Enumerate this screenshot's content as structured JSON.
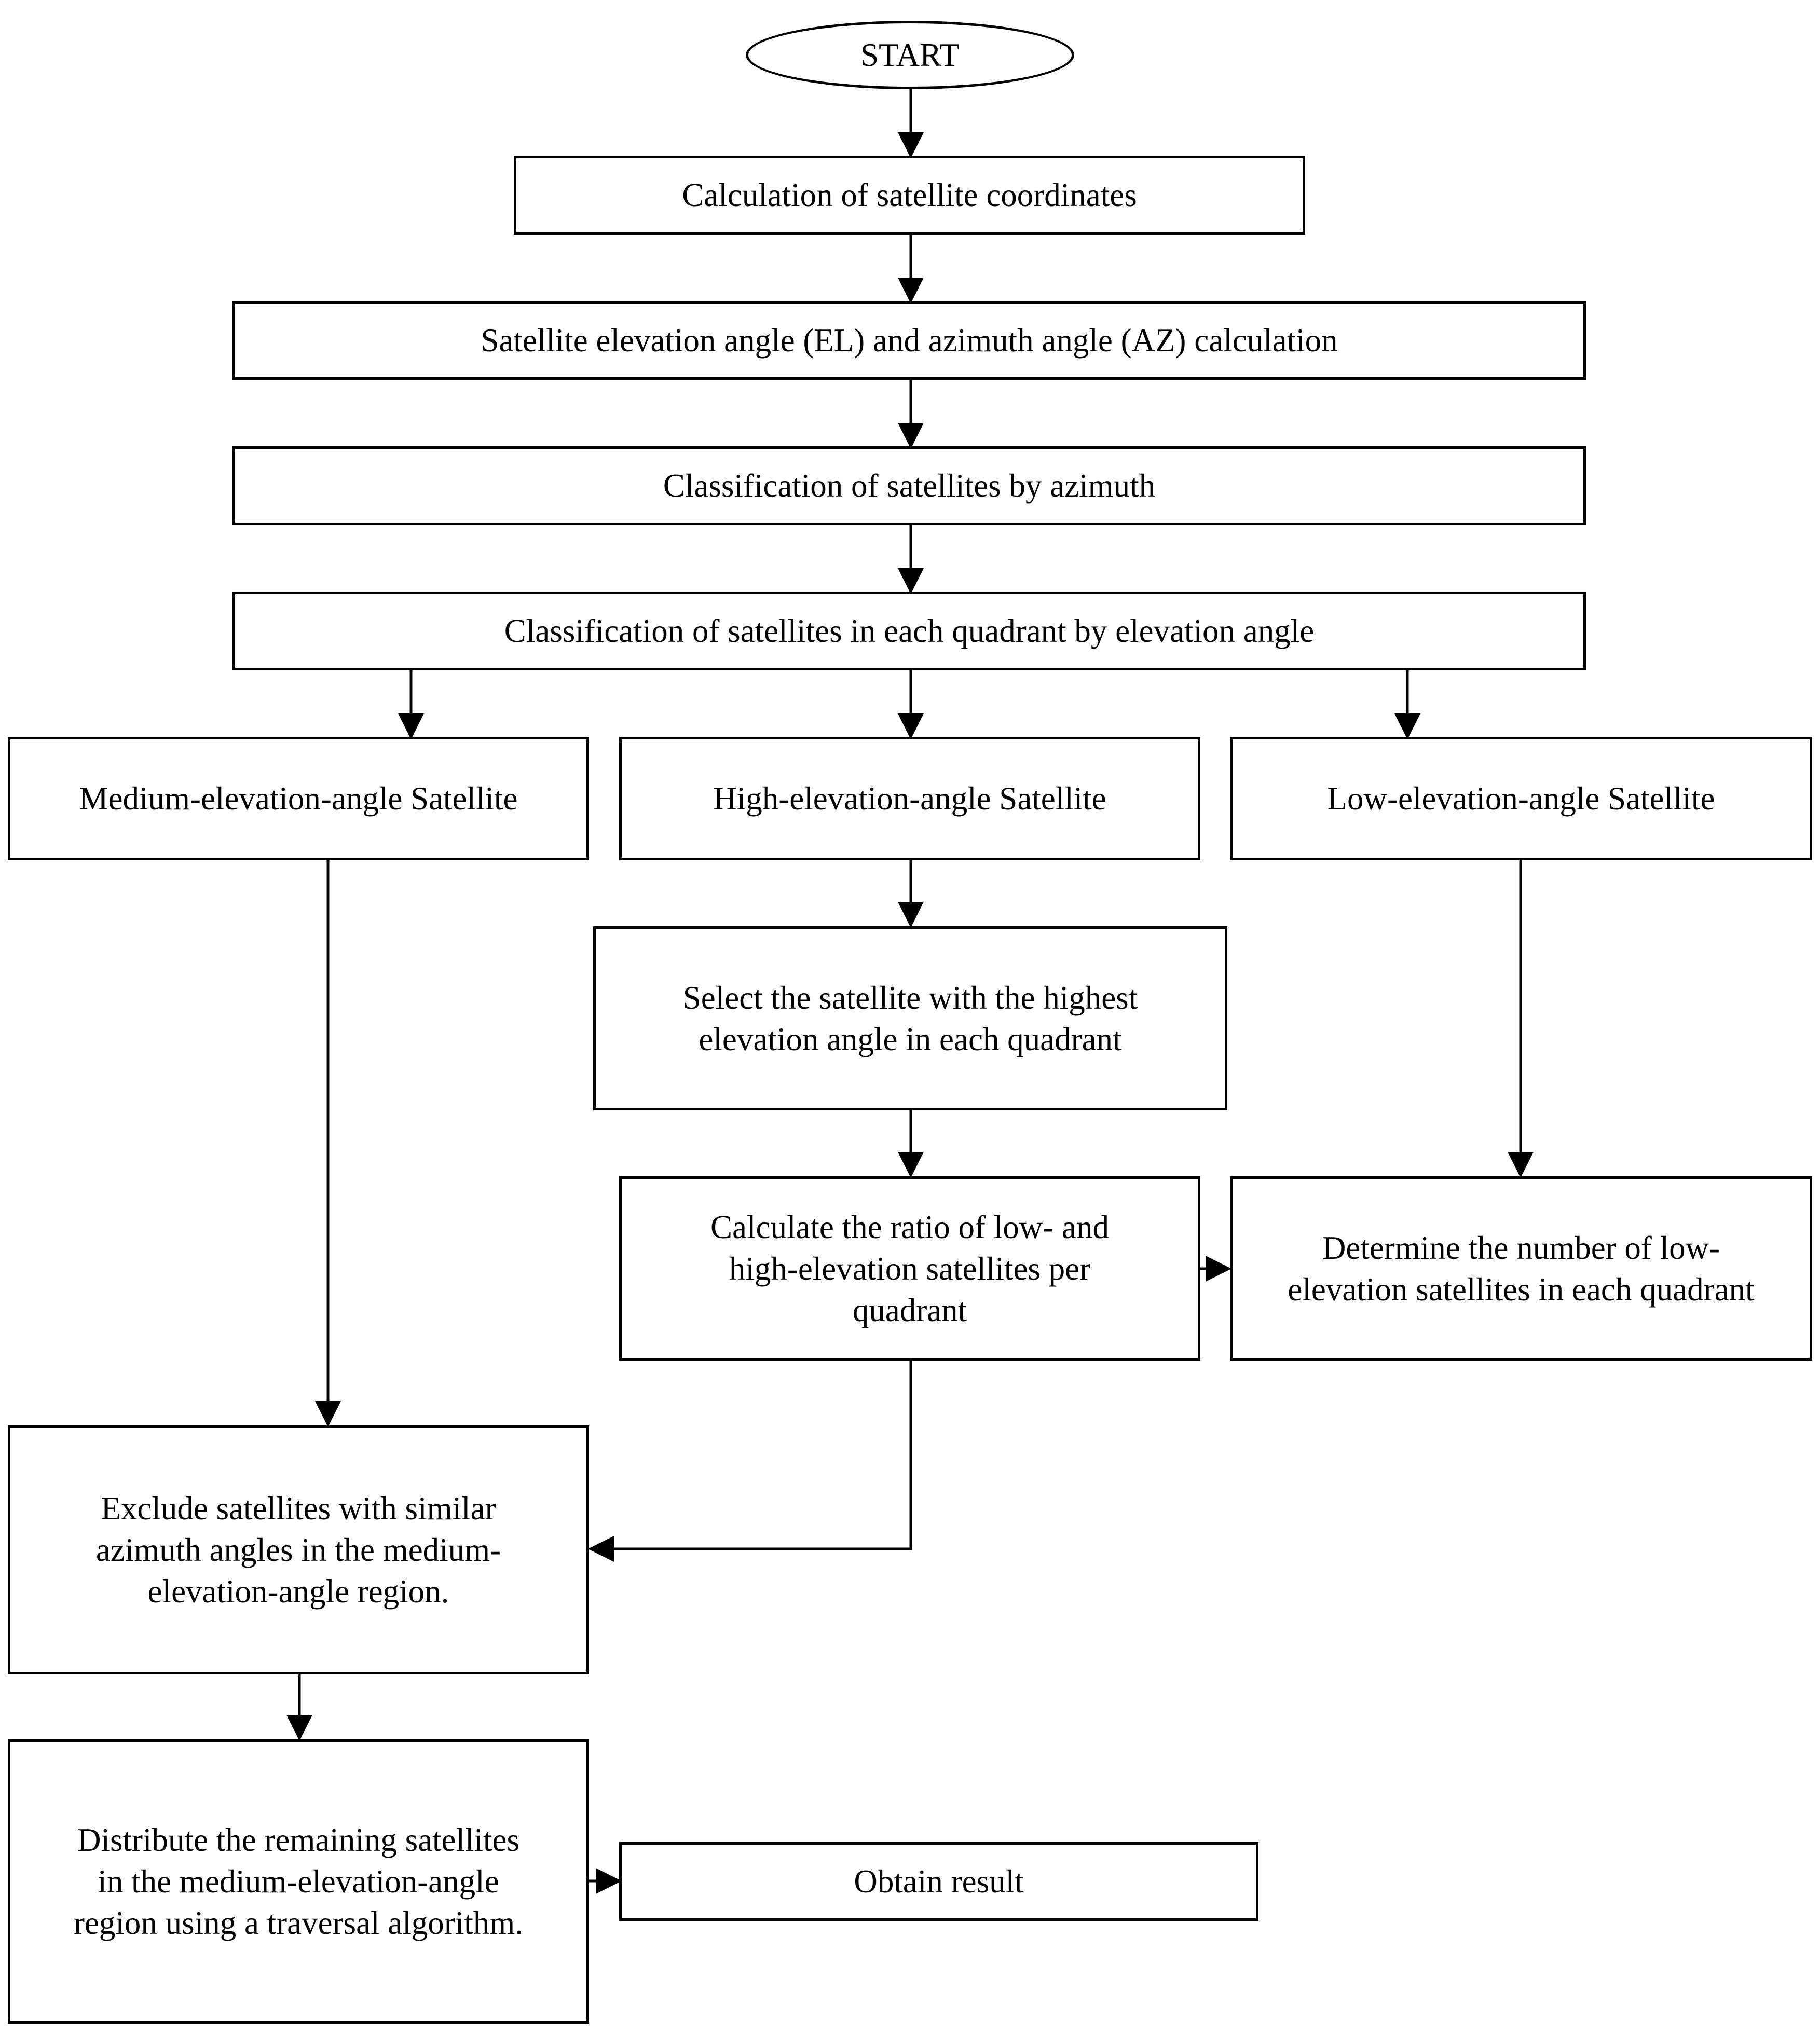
{
  "flowchart": {
    "start": "START",
    "step_coordinates": "Calculation of satellite coordinates",
    "step_el_az": "Satellite elevation angle (EL) and azimuth angle (AZ) calculation",
    "step_classify_azimuth": "Classification of satellites by azimuth",
    "step_classify_elevation": "Classification of satellites in each quadrant by elevation angle",
    "medium_satellite": "Medium-elevation-angle Satellite",
    "high_satellite": "High-elevation-angle Satellite",
    "low_satellite": "Low-elevation-angle Satellite",
    "select_highest": "Select the satellite with the highest\nelevation angle in each quadrant",
    "calculate_ratio": "Calculate the ratio of low- and\nhigh-elevation satellites per\nquadrant",
    "determine_low": "Determine the number of low-\nelevation satellites in each quadrant",
    "exclude_similar": "Exclude satellites with similar\nazimuth angles in the medium-\nelevation-angle region.",
    "distribute_remaining": "Distribute the remaining satellites\nin the medium-elevation-angle\nregion using a traversal algorithm.",
    "obtain_result": "Obtain result"
  },
  "colors": {
    "stroke": "#000000",
    "background": "#ffffff"
  }
}
